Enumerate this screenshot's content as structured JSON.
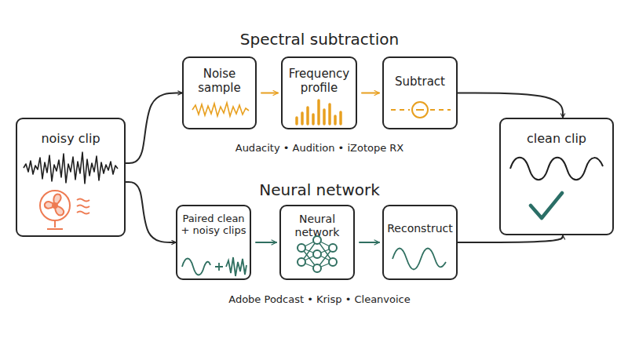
{
  "diagram": {
    "nodes": [
      {
        "text": [
          "noisy clip"
        ]
      },
      {
        "text": [
          "Noise sample"
        ]
      },
      {
        "text": [
          "Frequency profile"
        ]
      },
      {
        "text": [
          "Subtract"
        ]
      },
      {
        "text": [
          "Paired clean + noisy clips"
        ]
      },
      {
        "text": [
          "Neural network"
        ]
      },
      {
        "text": [
          "Reconstruct"
        ]
      },
      {
        "text": [
          "clean clip"
        ]
      }
    ],
    "edges": [
      {
        "from": 0,
        "to": 1,
        "arrow": "to"
      },
      {
        "from": 1,
        "to": 2,
        "arrow": "to"
      },
      {
        "from": 2,
        "to": 3,
        "arrow": "to"
      },
      {
        "from": 3,
        "to": 7,
        "arrow": "to"
      },
      {
        "from": 0,
        "to": 4,
        "arrow": "to"
      },
      {
        "from": 4,
        "to": 5,
        "arrow": "to"
      },
      {
        "from": 5,
        "to": 6,
        "arrow": "to"
      },
      {
        "from": 6,
        "to": 7,
        "arrow": "to"
      }
    ],
    "labels": [
      "Spectral subtraction",
      "Audacity • Audition • iZotope RX",
      "Neural network",
      "Adobe Podcast • Krisp • Cleanvoice"
    ]
  }
}
